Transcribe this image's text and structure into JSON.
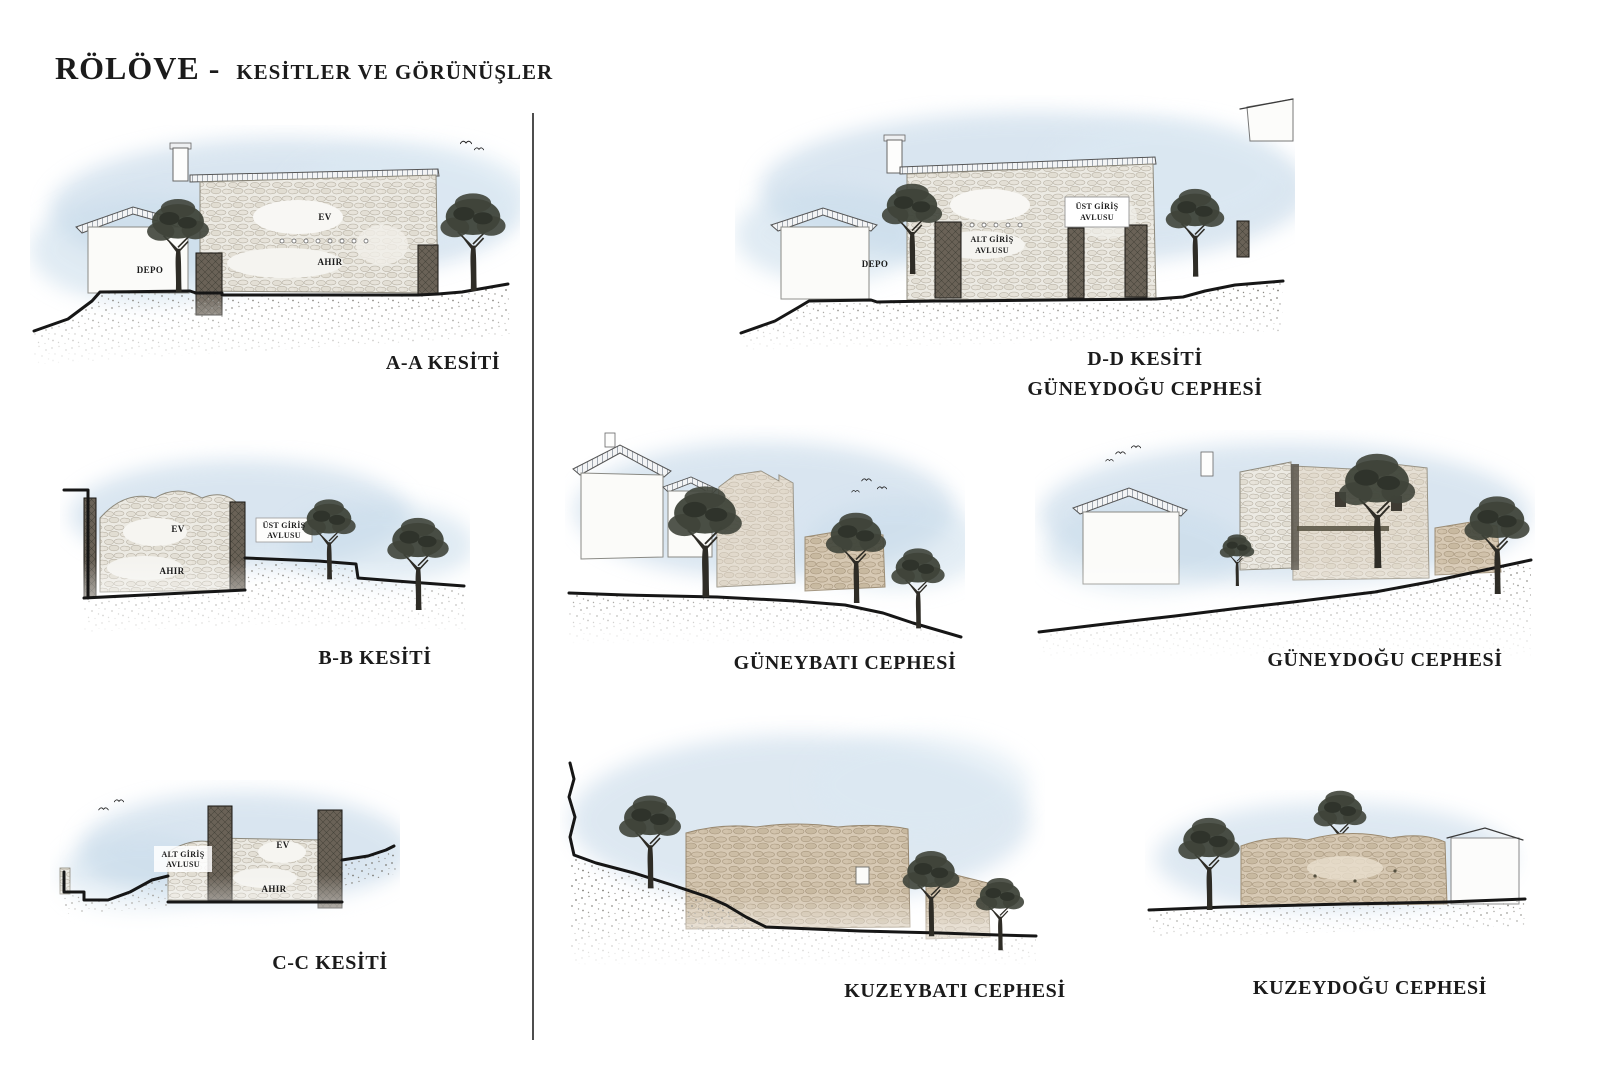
{
  "page": {
    "title_main": "RÖLÖVE -",
    "title_sub": "KESİTLER VE GÖRÜNÜŞLER"
  },
  "labels": {
    "ev": "EV",
    "ahir": "AHIR",
    "depo": "DEPO",
    "ust_giris": "ÜST GİRİŞ",
    "alt_giris": "ALT GİRİŞ",
    "avlusu": "AVLUSU"
  },
  "captions": {
    "aa": "A-A KESİTİ",
    "bb": "B-B KESİTİ",
    "cc": "C-C KESİTİ",
    "dd_line1": "D-D KESİTİ",
    "dd_line2": "GÜNEYDOĞU CEPHESİ",
    "gb": "GÜNEYBATI CEPHESİ",
    "gd": "GÜNEYDOĞU CEPHESİ",
    "kb": "KUZEYBATI CEPHESİ",
    "kd": "KUZEYDOĞU CEPHESİ"
  },
  "colors": {
    "wash_blue": "#b5cde2",
    "wash_blue_light": "#dce9f3",
    "stone_light": "#eceae3",
    "stone_tan": "#d7c9b4",
    "poche": "#6a6257",
    "tree": "#3f443a",
    "ground_line": "#161616",
    "text": "#1b1b1b"
  }
}
